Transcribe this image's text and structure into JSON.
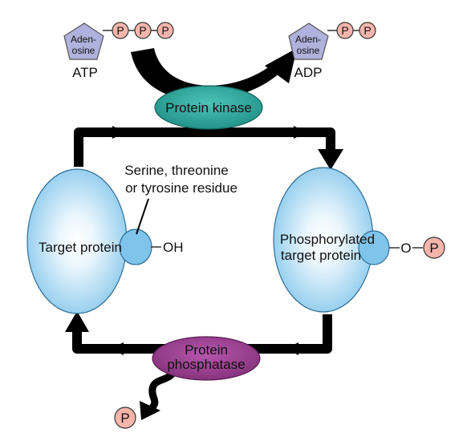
{
  "atp": {
    "base_line1": "Aden-",
    "base_line2": "osine",
    "phosphate": "P",
    "label": "ATP"
  },
  "adp": {
    "base_line1": "Aden-",
    "base_line2": "osine",
    "phosphate": "P",
    "label": "ADP"
  },
  "kinase": {
    "label": "Protein kinase"
  },
  "phosphatase": {
    "line1": "Protein",
    "line2": "phosphatase"
  },
  "residue_note": {
    "line1": "Serine, threonine",
    "line2": "or tyrosine residue"
  },
  "target": {
    "label": "Target protein",
    "group": "OH"
  },
  "phospho_target": {
    "line1": "Phosphorylated",
    "line2": "target protein",
    "linker": "O",
    "phosphate": "P"
  },
  "released_phosphate": {
    "label": "P"
  },
  "colors": {
    "protein_blue": "#7fc4ea",
    "kinase_teal": "#2aa59a",
    "phosphatase_purple": "#9a3c94",
    "phosphate_pink": "#f6b5ab",
    "adenosine_lavender": "#aeb2dc",
    "arrow": "#000000"
  }
}
